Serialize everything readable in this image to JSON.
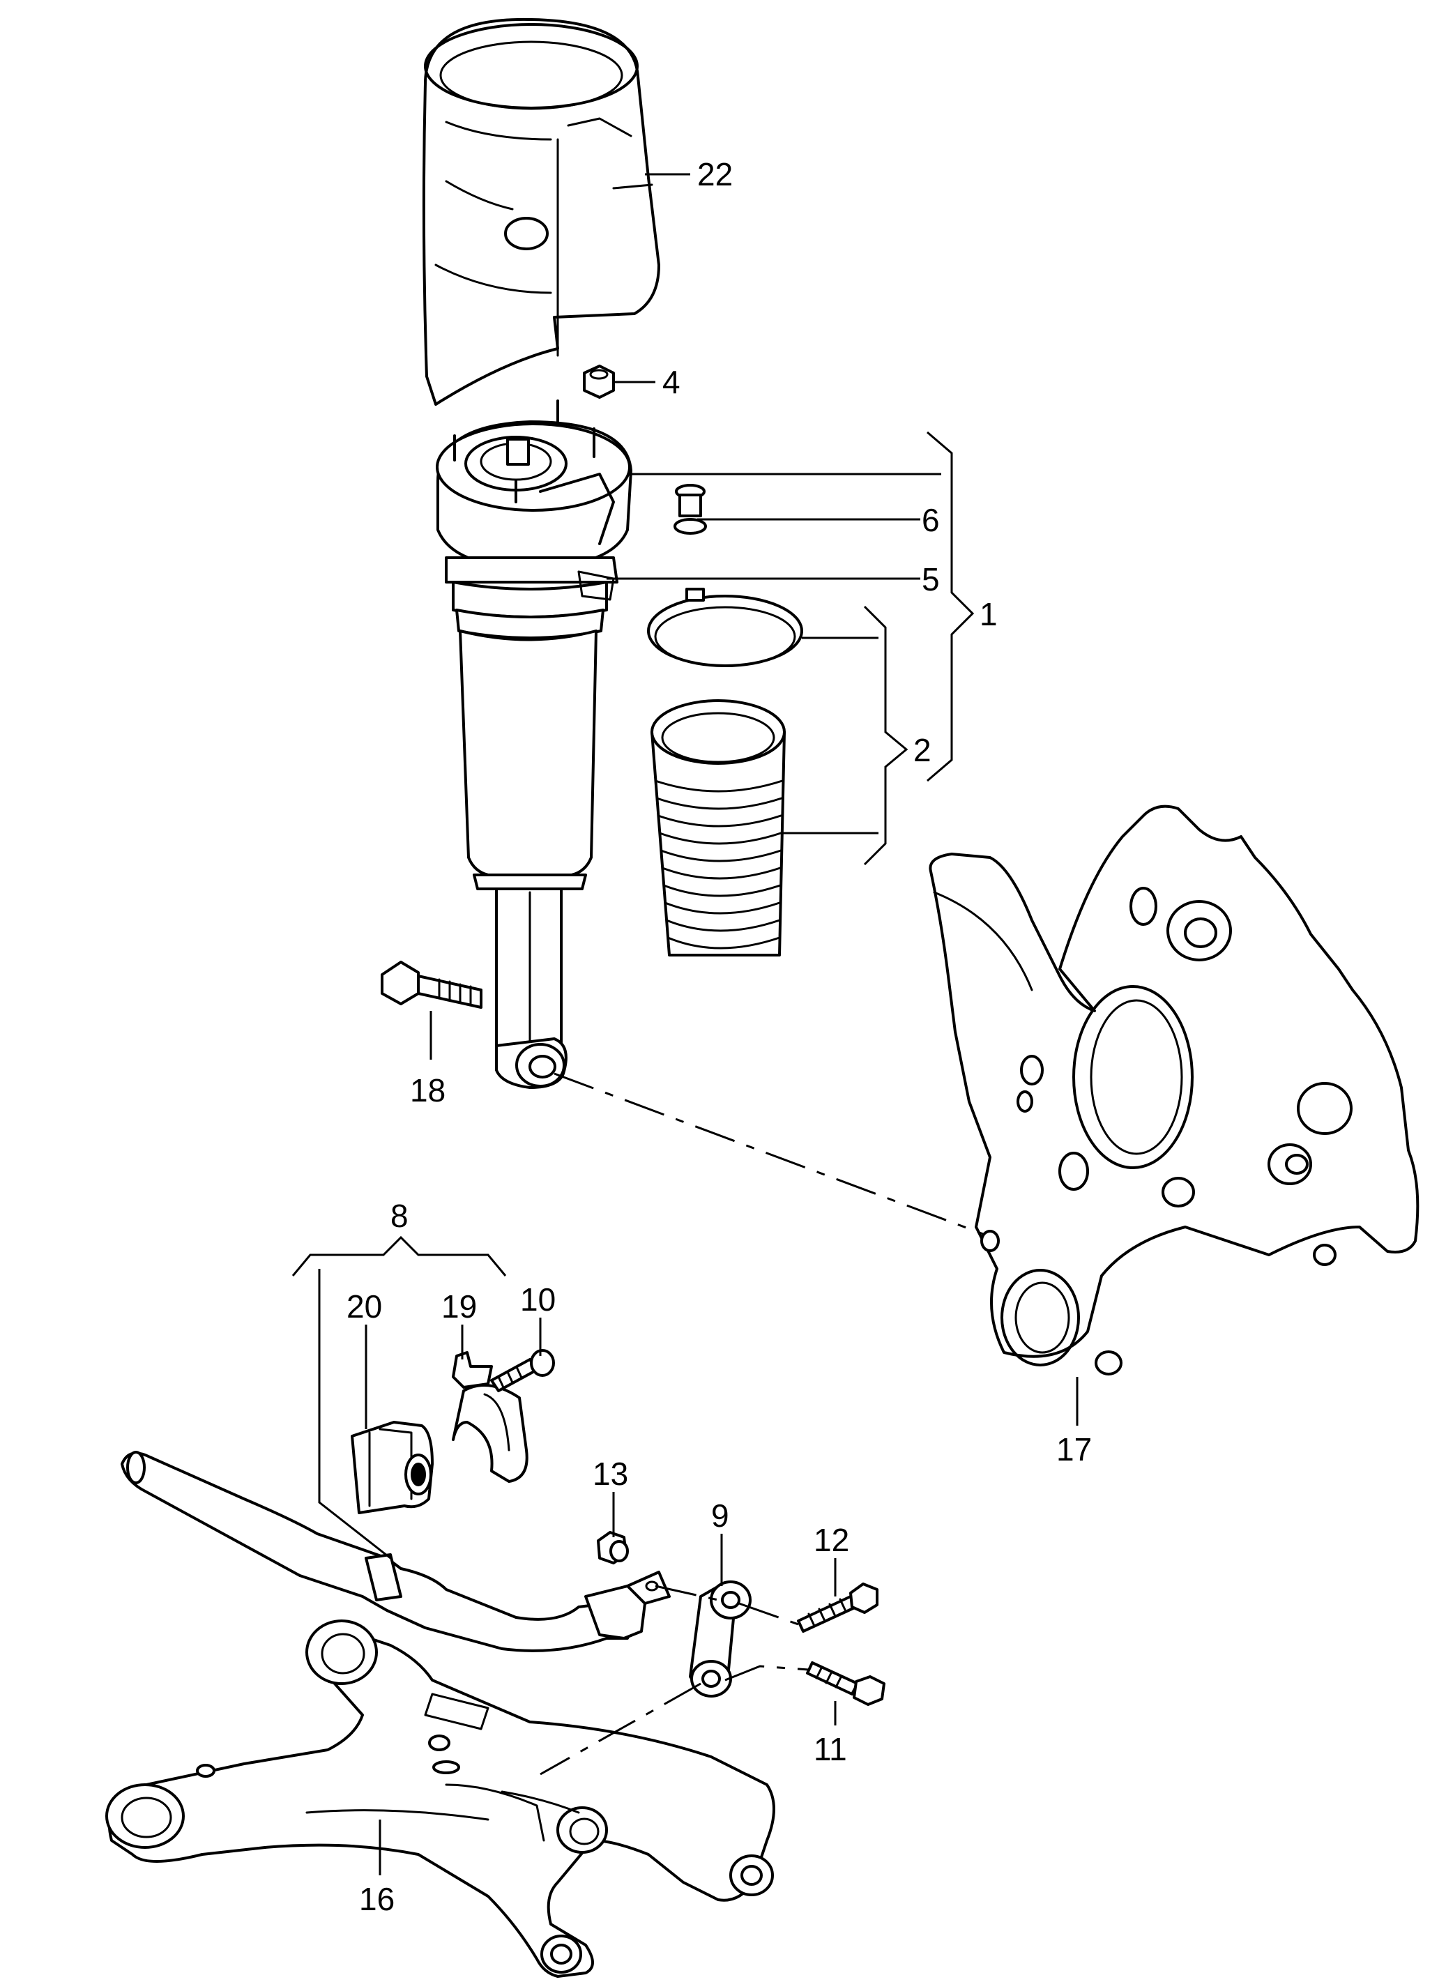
{
  "diagram": {
    "callouts": {
      "c1": "1",
      "c2": "2",
      "c4": "4",
      "c5": "5",
      "c6": "6",
      "c8": "8",
      "c9": "9",
      "c10": "10",
      "c11": "11",
      "c12": "12",
      "c13": "13",
      "c16": "16",
      "c17": "17",
      "c18": "18",
      "c19": "19",
      "c20": "20",
      "c22": "22"
    }
  }
}
